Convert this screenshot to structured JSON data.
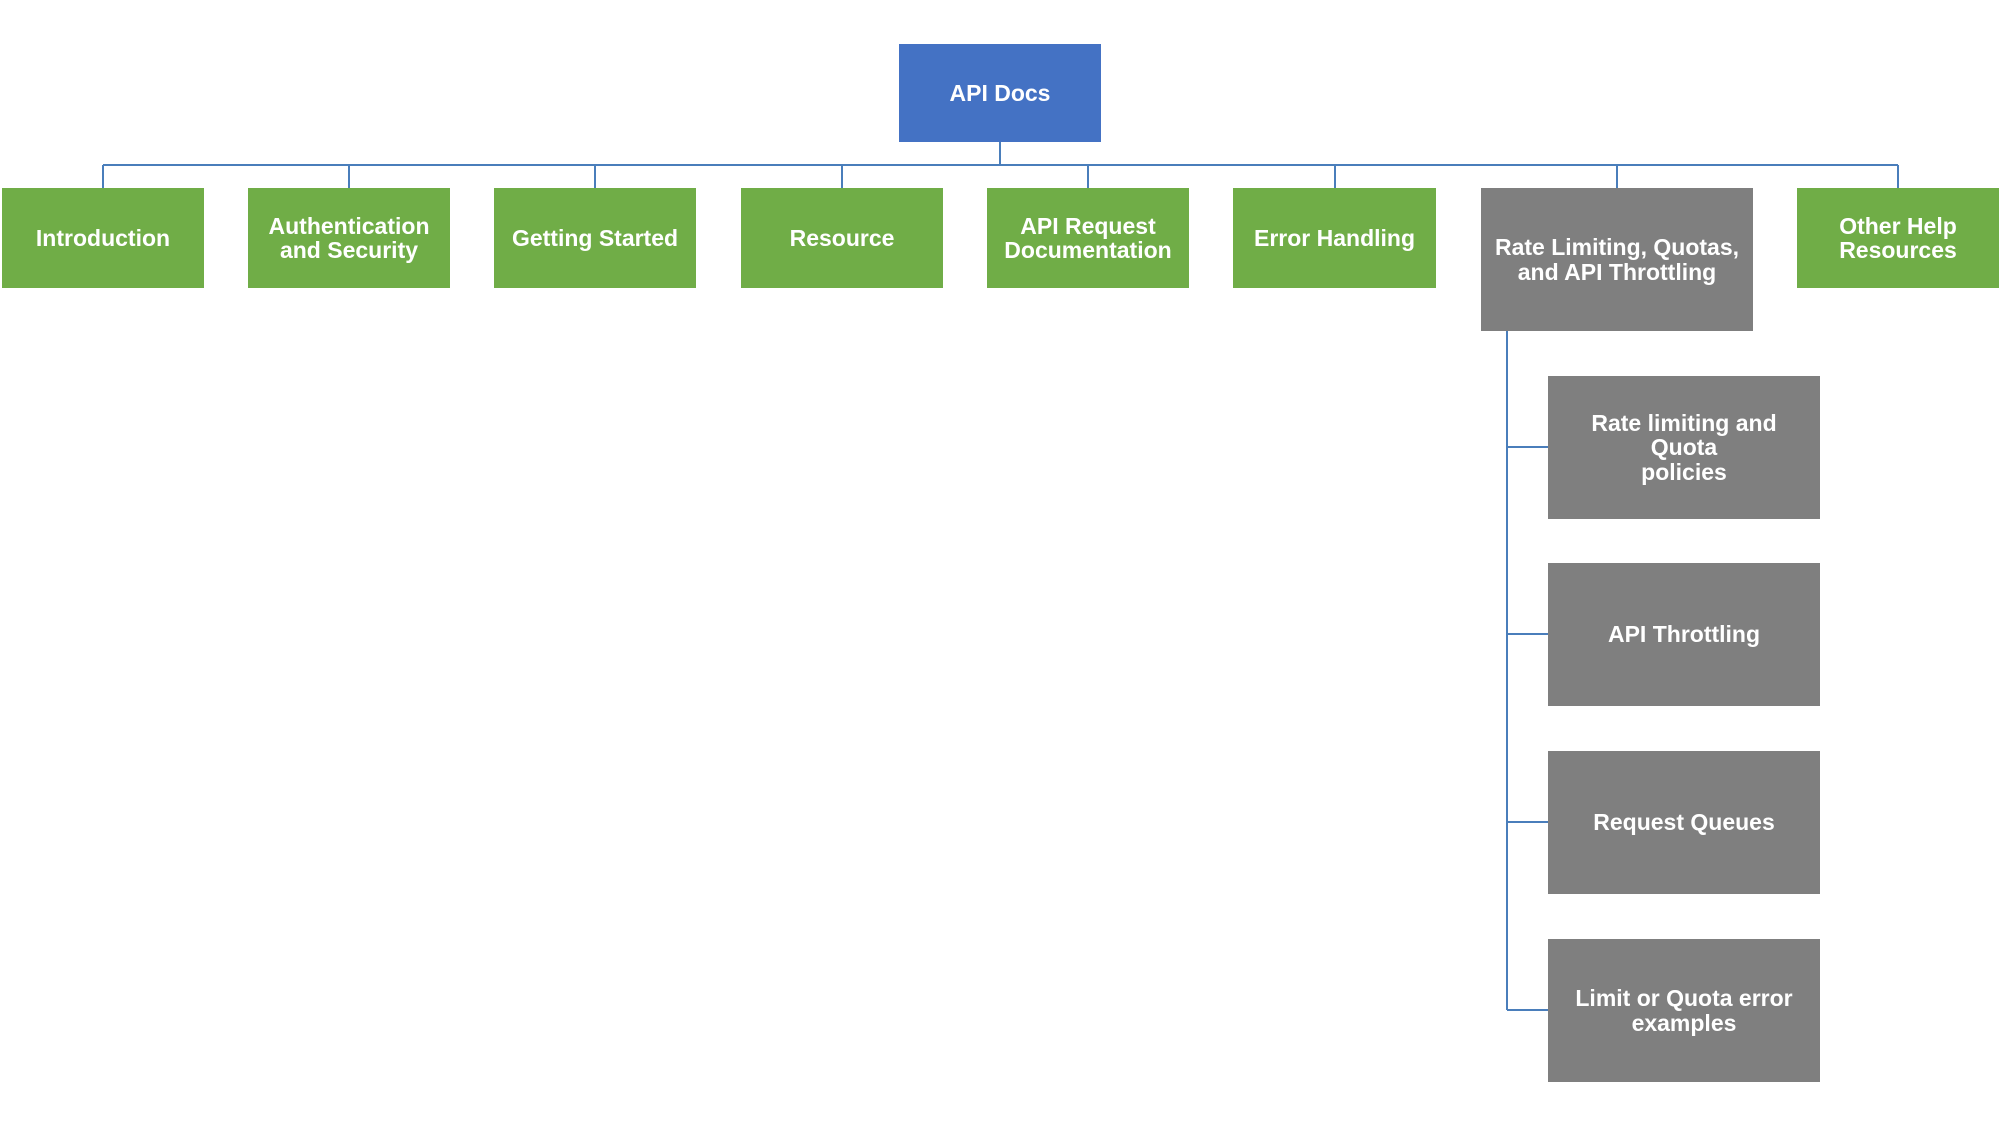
{
  "diagram": {
    "root": {
      "label": "API Docs"
    },
    "sections": [
      {
        "label": "Introduction"
      },
      {
        "label": "Authentication\nand Security"
      },
      {
        "label": "Getting Started"
      },
      {
        "label": "Resource"
      },
      {
        "label": "API Request\nDocumentation"
      },
      {
        "label": "Error Handling"
      },
      {
        "label": "Rate Limiting, Quotas,\nand API Throttling",
        "children": [
          {
            "label": "Rate limiting and Quota\npolicies"
          },
          {
            "label": "API Throttling"
          },
          {
            "label": "Request Queues"
          },
          {
            "label": "Limit or Quota error\nexamples"
          }
        ]
      },
      {
        "label": "Other Help\nResources"
      }
    ]
  },
  "colors": {
    "root_fill": "#4472c4",
    "section_fill": "#70ad47",
    "expanded_fill": "#7f7f7f",
    "connector": "#4a7ebb",
    "text": "#ffffff"
  }
}
